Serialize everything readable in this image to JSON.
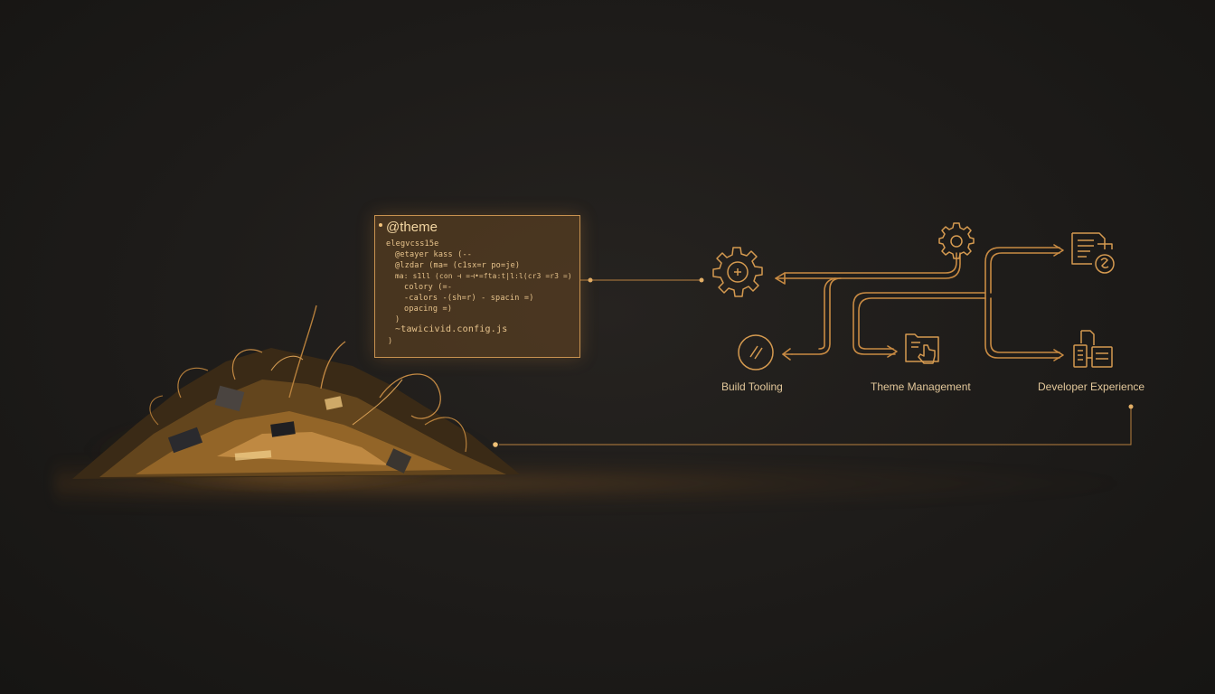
{
  "code_panel": {
    "title": "@theme",
    "lines": [
      "elegvcss15e",
      "@etayer kass (--",
      "@lzdar (ma= (c1sx=r po=je)",
      "ma: s1ll (con ⊣ =⊣•=fta:t|l:l(cr3 =r3 =)",
      "colory (=-",
      "-calors -(sh=r) - spacin =)",
      "opacing =)",
      ")",
      "~tawicivid.config.js",
      ")"
    ]
  },
  "labels": {
    "build": "Build Tooling",
    "theme": "Theme Management",
    "devex": "Developer Experience"
  },
  "icons": {
    "gear_large": "gear-icon",
    "gear_small": "gear-icon",
    "slash_circle": "code-slash-icon",
    "document_badge": "document-icon",
    "folder_hand": "folder-touch-icon",
    "device_docs": "devices-icon"
  },
  "colors": {
    "accent": "#c98b43",
    "panel_border": "#c89250",
    "label_text": "#e2c79a",
    "background": "#1d1b19"
  }
}
